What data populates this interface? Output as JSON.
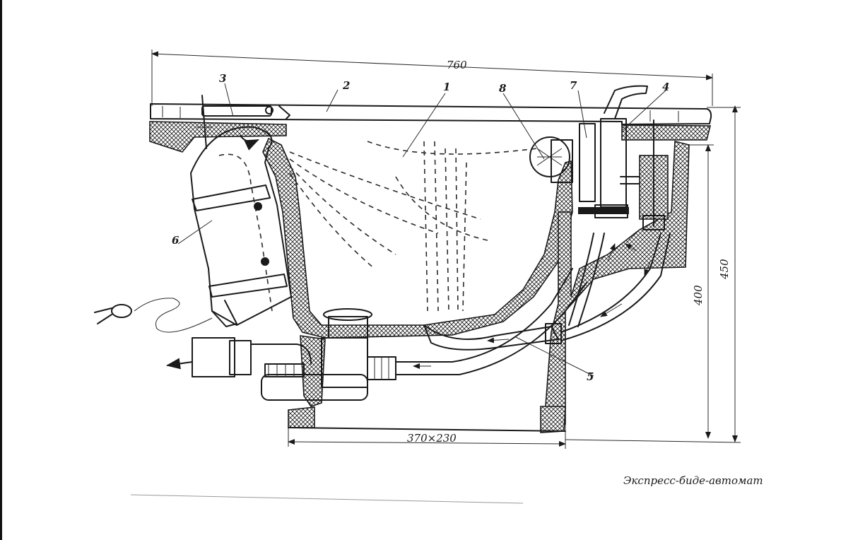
{
  "dimensions": {
    "overall_width": "760",
    "base_size": "370×230",
    "height_inner": "400",
    "height_outer": "450"
  },
  "callouts": {
    "n1": "1",
    "n2": "2",
    "n3": "3",
    "n4": "4",
    "n5": "5",
    "n6": "6",
    "n7": "7",
    "n8": "8"
  },
  "caption": "Экспресс-биде-автомат"
}
